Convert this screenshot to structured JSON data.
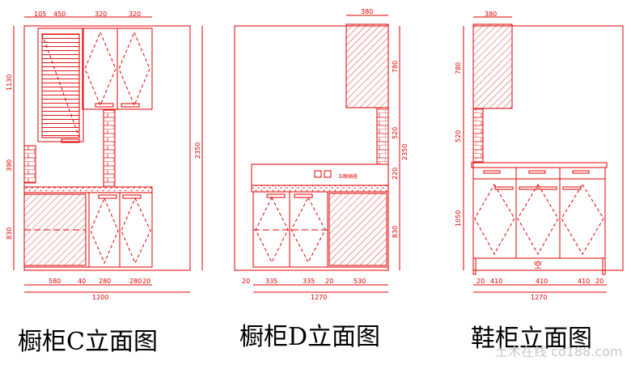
{
  "colors": {
    "line": "#e00000",
    "caption": "#000000",
    "background": "#ffffff",
    "watermark": "#c8c8c8"
  },
  "elevation_c": {
    "caption": "橱柜C立面图",
    "top_dims": [
      "105",
      "450",
      "320",
      "320"
    ],
    "left_dims": [
      "1130",
      "390",
      "830"
    ],
    "right_dim": "2350",
    "bottom_dims": [
      "580",
      "40",
      "280",
      "280",
      "20"
    ],
    "total_width": "1200"
  },
  "elevation_d": {
    "caption": "橱柜D立面图",
    "top_dim": "380",
    "right_dims": [
      "780",
      "520",
      "220",
      "830"
    ],
    "overall_height": "2350",
    "bottom_dims": [
      "20",
      "335",
      "335",
      "20",
      "530"
    ],
    "total_width": "1270",
    "socket_label": "五眼插座"
  },
  "shoe_cabinet": {
    "caption": "鞋柜立面图",
    "top_dim": "380",
    "left_dims": [
      "780",
      "520",
      "1050"
    ],
    "bottom_dims": [
      "20",
      "410",
      "410",
      "410",
      "20"
    ],
    "total_width": "1270",
    "empty_label": "空"
  },
  "watermark": "土木在线 co188.com"
}
